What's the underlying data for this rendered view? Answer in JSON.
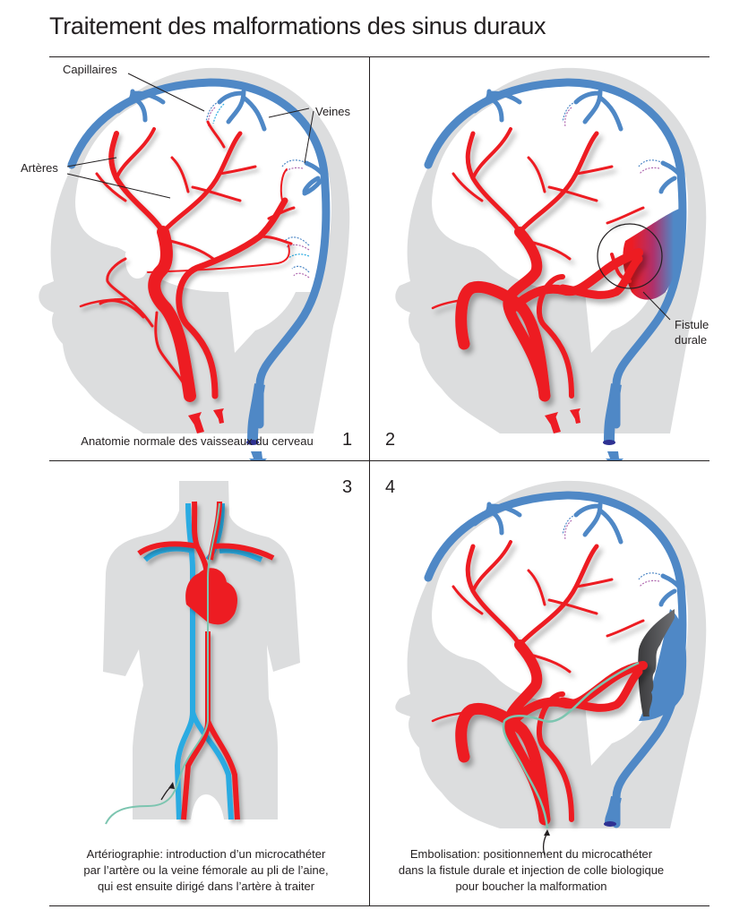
{
  "title": "Traitement des malformations des sinus duraux",
  "colors": {
    "artery": "#ed1c24",
    "vein": "#4f88c6",
    "vein_light": "#29abe2",
    "skin": "#dcddde",
    "catheter": "#7cc5b0",
    "glue": "#4d4d4f",
    "line": "#231f20"
  },
  "panels": [
    {
      "number": "1",
      "caption": "Anatomie normale des vaisseaux du cerveau",
      "labels": {
        "capillaries": "Capillaires",
        "veins": "Veines",
        "arteries": "Artères"
      }
    },
    {
      "number": "2",
      "caption": "",
      "labels": {
        "fistula_line1": "Fistule",
        "fistula_line2": "durale"
      }
    },
    {
      "number": "3",
      "caption_lines": [
        "Artériographie: introduction d’un microcathéter",
        "par l’artère ou la veine fémorale au pli de l’aine,",
        "qui est ensuite dirigé dans l’artère à traiter"
      ]
    },
    {
      "number": "4",
      "caption_lines": [
        "Embolisation: positionnement du microcathéter",
        "dans la fistule durale et injection de colle biologique",
        "pour boucher la malformation"
      ]
    }
  ]
}
